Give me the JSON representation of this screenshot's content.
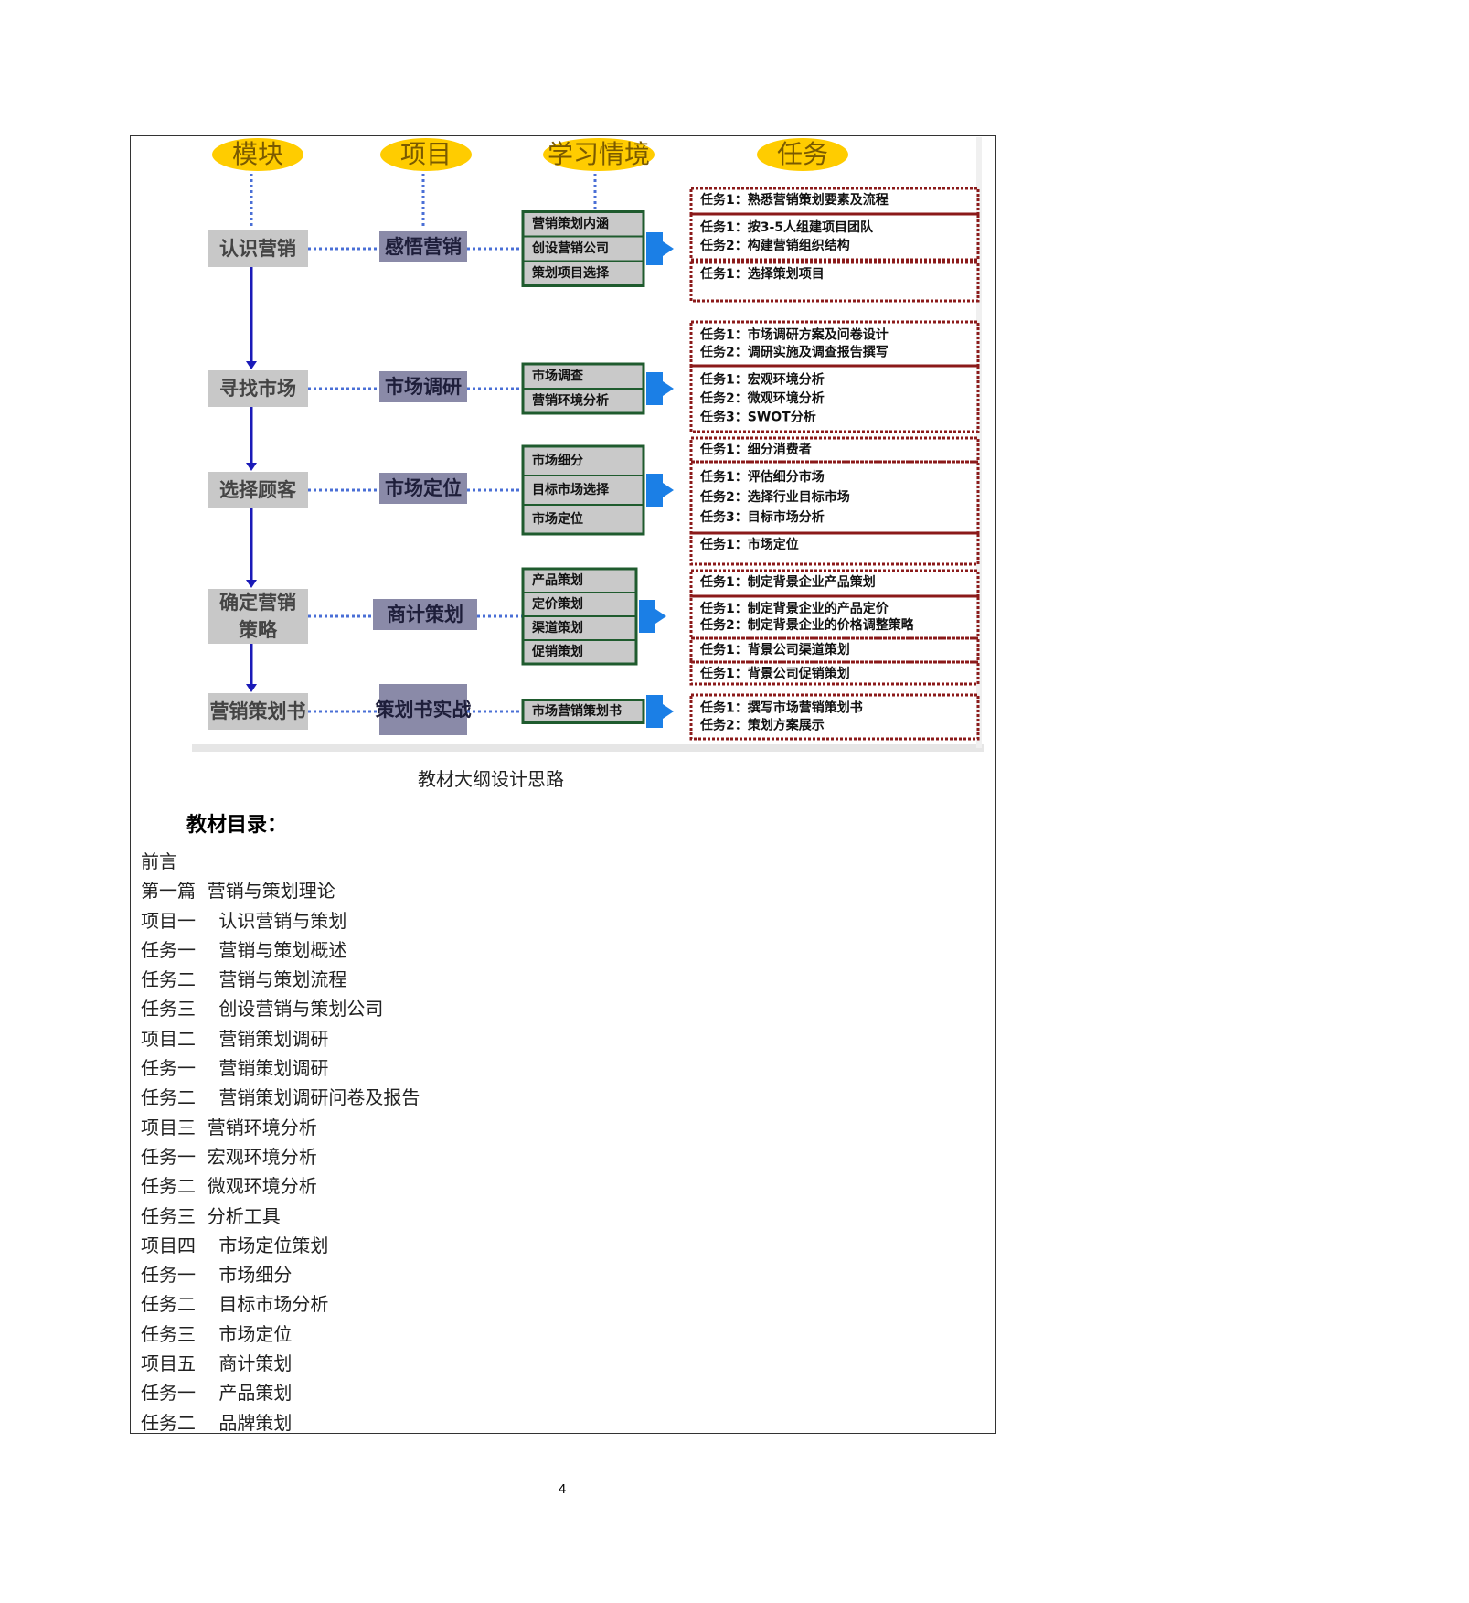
{
  "diagram": {
    "headers": [
      "模块",
      "项目",
      "学习情境",
      "任务"
    ],
    "rows": [
      {
        "module": "认识营销",
        "project": "感悟营销",
        "situations": [
          "营销策划内涵",
          "创设营销公司",
          "策划项目选择"
        ],
        "task_groups": [
          [
            "任务1：熟悉营销策划要素及流程"
          ],
          [
            "任务1：按3-5人组建项目团队",
            "任务2：构建营销组织结构"
          ],
          [
            "任务1：选择策划项目"
          ]
        ]
      },
      {
        "module": "寻找市场",
        "project": "市场调研",
        "situations": [
          "市场调查",
          "营销环境分析"
        ],
        "task_groups": [
          [
            "任务1：市场调研方案及问卷设计",
            "任务2：调研实施及调查报告撰写"
          ],
          [
            "任务1：宏观环境分析",
            "任务2：微观环境分析",
            "任务3：SWOT分析"
          ]
        ]
      },
      {
        "module": "选择顾客",
        "project": "市场定位",
        "situations": [
          "市场细分",
          "目标市场选择",
          "市场定位"
        ],
        "task_groups": [
          [
            "任务1：细分消费者"
          ],
          [
            "任务1：评估细分市场",
            "任务2：选择行业目标市场",
            "任务3：目标市场分析"
          ],
          [
            "任务1：市场定位"
          ]
        ]
      },
      {
        "module": "确定营销策略",
        "module_lines": [
          "确定营销",
          "策略"
        ],
        "project": "商计策划",
        "situations": [
          "产品策划",
          "定价策划",
          "渠道策划",
          "促销策划"
        ],
        "task_groups": [
          [
            "任务1：制定背景企业产品策划"
          ],
          [
            "任务1：制定背景企业的产品定价",
            "任务2：制定背景企业的价格调整策略"
          ],
          [
            "任务1：背景公司渠道策划"
          ],
          [
            "任务1：背景公司促销策划"
          ]
        ]
      },
      {
        "module": "营销策划书",
        "project": "策划书实战",
        "situations": [
          "市场营销策划书"
        ],
        "task_groups": [
          [
            "任务1：撰写市场营销策划书",
            "任务2：策划方案展示"
          ]
        ]
      }
    ]
  },
  "caption": "教材大纲设计思路",
  "toc": {
    "heading": "教材目录：",
    "items": [
      "前言",
      "第一篇  营销与策划理论",
      "项目一    认识营销与策划",
      "任务一    营销与策划概述",
      "任务二    营销与策划流程",
      "任务三    创设营销与策划公司",
      "项目二    营销策划调研",
      "任务一    营销策划调研",
      "任务二    营销策划调研问卷及报告",
      "项目三  营销环境分析",
      "任务一  宏观环境分析",
      "任务二  微观环境分析",
      "任务三  分析工具",
      "项目四    市场定位策划",
      "任务一    市场细分",
      "任务二    目标市场分析",
      "任务三    市场定位",
      "项目五    商计策划",
      "任务一    产品策划",
      "任务二    品牌策划"
    ]
  },
  "page_number": "4"
}
